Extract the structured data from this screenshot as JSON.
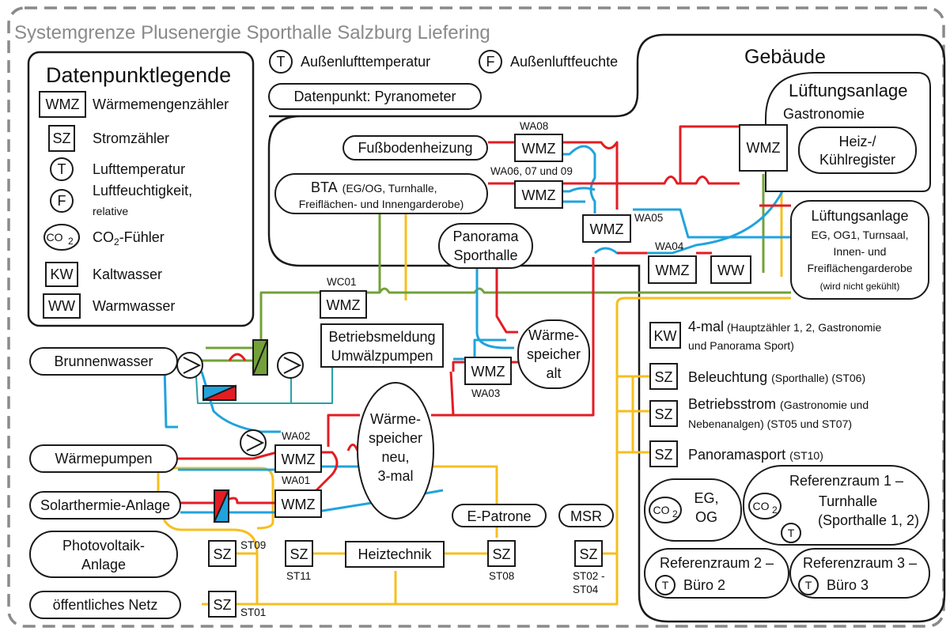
{
  "title": "Systemgrenze Plusenergie Sporthalle Salzburg Liefering",
  "colors": {
    "heat_red": "#e31d23",
    "cold_blue": "#20a3dd",
    "power_yellow": "#f6bf1f",
    "well_green": "#73a139",
    "outline_dark": "#1a1a1a",
    "border_gray": "#888888"
  },
  "legend": {
    "heading": "Datenpunktlegende",
    "items": [
      {
        "symbol": "WMZ",
        "label": "Wärmemengenzähler"
      },
      {
        "symbol": "SZ",
        "label": "Stromzähler"
      },
      {
        "symbol": "T",
        "label": "Lufttemperatur"
      },
      {
        "symbol": "F",
        "label": "Luftfeuchtigkeit,",
        "label_line2": "relative"
      },
      {
        "symbol": "CO",
        "symbol_sub": "2",
        "label": "CO",
        "label_sub": "2",
        "label_rest": "-Fühler"
      },
      {
        "symbol": "KW",
        "label": "Kaltwasser"
      },
      {
        "symbol": "WW",
        "label": "Warmwasser"
      }
    ]
  },
  "top_sensors": {
    "temp_symbol": "T",
    "temp_label": "Außenlufttemperatur",
    "hum_symbol": "F",
    "hum_label": "Außenluftfeuchte",
    "pyranometer": "Datenpunkt: Pyranometer"
  },
  "building": {
    "heading": "Gebäude",
    "vent_gastro_title": "Lüftungsanlage",
    "vent_gastro_sub": "Gastronomie",
    "register": [
      "Heiz-/",
      "Kühlregister"
    ],
    "vent_main": [
      "Lüftungsanlage",
      "EG, OG1, Turnsaal,",
      "Innen- und",
      "Freiflächengarderobe",
      "(wird nicht gekühlt)"
    ],
    "kw_symbol": "KW",
    "kw_label": "4-mal",
    "kw_detail": "(Hauptzähler 1, 2, Gastronomie",
    "kw_detail2": "und Panorama Sport)",
    "meters": [
      {
        "symbol": "SZ",
        "label": "Beleuchtung",
        "detail": "(Sporthalle) (ST06)"
      },
      {
        "symbol": "SZ",
        "label": "Betriebsstrom",
        "detail": "(Gastronomie und",
        "detail2": "Nebenanalgen) (ST05 und ST07)"
      },
      {
        "symbol": "SZ",
        "label": "Panoramasport",
        "detail": "(ST10)"
      }
    ],
    "co2_room": [
      "EG,",
      "OG"
    ],
    "ref1": [
      "Referenzraum 1 –",
      "Turnhalle",
      "(Sporthalle 1, 2)"
    ],
    "ref2": [
      "Referenzraum 2 –",
      "Büro 2"
    ],
    "ref3": [
      "Referenzraum 3 –",
      "Büro 3"
    ]
  },
  "heating": {
    "floor": "Fußbodenheizung",
    "bta_bold": "BTA",
    "bta_rest": "(EG/OG, Turnhalle,",
    "bta_line2": "Freiflächen- und Innengarderobe)",
    "panorama": [
      "Panorama",
      "Sporthalle"
    ],
    "storage_old": [
      "Wärme-",
      "speicher",
      "alt"
    ],
    "storage_new": [
      "Wärme-",
      "speicher",
      "neu,",
      "3-mal"
    ],
    "pumps_msg": [
      "Betriebsmeldung",
      "Umwälzpumpen"
    ],
    "heiztechnik": "Heiztechnik",
    "epatrone": "E-Patrone",
    "msr": "MSR"
  },
  "sources": [
    "Brunnenwasser",
    "Wärmepumpen",
    "Solarthermie-Anlage",
    [
      "Photovoltaik-",
      "Anlage"
    ],
    "öffentliches Netz"
  ],
  "wmz_codes": {
    "wa08": "WA08",
    "wa06": "WA06, 07 und 09",
    "wa05": "WA05",
    "wa04": "WA04",
    "wa03": "WA03",
    "wa02": "WA02",
    "wa01": "WA01",
    "wc01": "WC01"
  },
  "sz_codes": {
    "st09": "ST09",
    "st11": "ST11",
    "st08": "ST08",
    "st02": "ST02 -",
    "st04": "ST04",
    "st01": "ST01"
  },
  "meter_labels": {
    "wmz": "WMZ",
    "sz": "SZ",
    "ww": "WW",
    "t": "T",
    "co2": "CO",
    "co2_sub": "2"
  }
}
